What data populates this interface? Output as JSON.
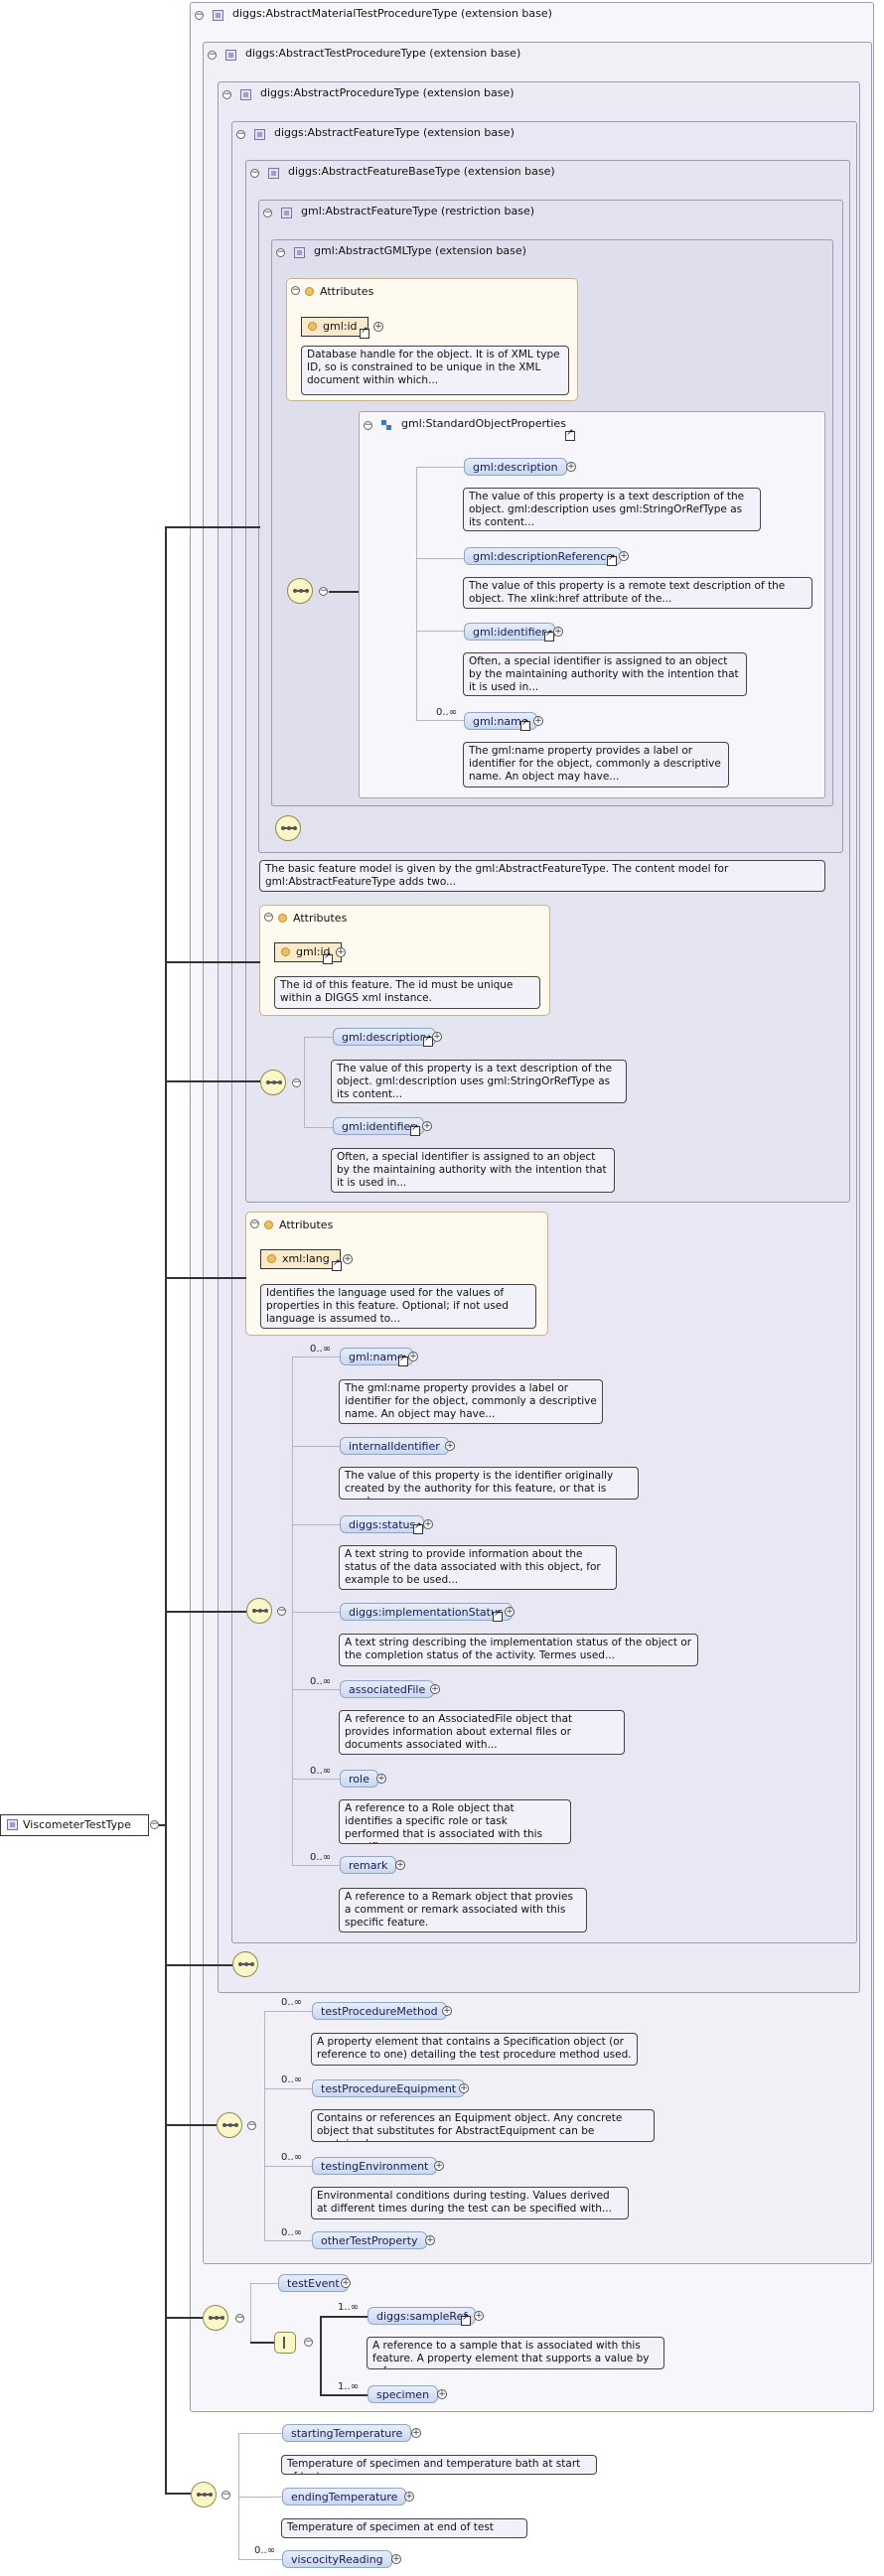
{
  "root": {
    "label": "ViscometerTestType"
  },
  "boxes": {
    "amtp": "diggs:AbstractMaterialTestProcedureType (extension base)",
    "atp": "diggs:AbstractTestProcedureType (extension base)",
    "ap": "diggs:AbstractProcedureType (extension base)",
    "af": "diggs:AbstractFeatureType (extension base)",
    "afb": "diggs:AbstractFeatureBaseType (extension base)",
    "gaf": "gml:AbstractFeatureType (restriction base)",
    "ggml": "gml:AbstractGMLType (extension base)"
  },
  "gml_attrs": {
    "header": "Attributes",
    "name": "gml:id",
    "desc": "Database handle for the object. It is of XML type ID, so is constrained to be unique in the XML document within which..."
  },
  "std_props": {
    "title": "gml:StandardObjectProperties",
    "items": [
      {
        "name": "gml:description",
        "desc": "The value of this property is a text description of the object. gml:description uses gml:StringOrRefType as its content...",
        "mult": ""
      },
      {
        "name": "gml:descriptionReference",
        "desc": "The value of this property is a remote text description of the object. The xlink:href attribute of the...",
        "mult": ""
      },
      {
        "name": "gml:identifier",
        "desc": "Often, a special identifier is assigned to an object by the maintaining authority with the intention that it is used in...",
        "mult": ""
      },
      {
        "name": "gml:name",
        "desc": "The gml:name property provides a label or identifier for the object, commonly a descriptive name. An object may have...",
        "mult": "0..∞"
      }
    ]
  },
  "gaf_desc": "The basic feature model is given by the gml:AbstractFeatureType. The content model for gml:AbstractFeatureType adds two...",
  "afb_attrs": {
    "header": "Attributes",
    "name": "gml:id",
    "desc": "The id of this feature. The id must be unique within a DIGGS xml instance."
  },
  "afb_items": [
    {
      "name": "gml:description",
      "desc": "The value of this property is a text description of the object. gml:description uses gml:StringOrRefType as its content..."
    },
    {
      "name": "gml:identifier",
      "desc": "Often, a special identifier is assigned to an object by the maintaining authority with the intention that it is used in..."
    }
  ],
  "af_attrs": {
    "header": "Attributes",
    "name": "xml:lang",
    "desc": "Identifies the language used for the values of properties in this feature. Optional; if not used language is assumed to..."
  },
  "af_items": [
    {
      "name": "gml:name",
      "mult": "0..∞",
      "desc": "The gml:name property provides a label or identifier for the object, commonly a descriptive name. An object may have..."
    },
    {
      "name": "internalIdentifier",
      "mult": "",
      "desc": "The value of this property is the identifier originally created by the authority for this feature, or that is used as..."
    },
    {
      "name": "diggs:status",
      "mult": "",
      "desc": "A text string to provide information about the status of the data associated with this object, for example to be used..."
    },
    {
      "name": "diggs:implementationStatus",
      "mult": "",
      "desc": "A text string describing the implementation status of the object or the completion status of the activity. Termes used..."
    },
    {
      "name": "associatedFile",
      "mult": "0..∞",
      "desc": "A reference to an AssociatedFile object that provides information about external files or documents associated with..."
    },
    {
      "name": "role",
      "mult": "0..∞",
      "desc": "A reference to a Role object that identifies a specific role or task performed that is associated with this specific..."
    },
    {
      "name": "remark",
      "mult": "0..∞",
      "desc": "A reference to a Remark object that provies a comment or remark associated with this specific feature."
    }
  ],
  "atp_items": [
    {
      "name": "testProcedureMethod",
      "mult": "0..∞",
      "desc": "A property element that contains a Specification object (or reference to one) detailing the test procedure method used."
    },
    {
      "name": "testProcedureEquipment",
      "mult": "0..∞",
      "desc": "Contains or references an Equipment object. Any concrete object that substitutes for AbstractEquipment can be contained..."
    },
    {
      "name": "testingEnvironment",
      "mult": "0..∞",
      "desc": "Environmental conditions during testing. Values derived at different times during the test can be specified with..."
    },
    {
      "name": "otherTestProperty",
      "mult": "0..∞",
      "desc": ""
    }
  ],
  "amtp": {
    "test_event": "testEvent",
    "sample_ref": {
      "name": "diggs:sampleRef",
      "mult": "1..∞",
      "desc": "A reference to a sample that is associated with this feature. A property element that supports a value by reference..."
    },
    "specimen": {
      "name": "specimen",
      "mult": "1..∞"
    }
  },
  "visc_items": [
    {
      "name": "startingTemperature",
      "mult": "",
      "desc": "Temperature of specimen and temperature bath at start of test"
    },
    {
      "name": "endingTemperature",
      "mult": "",
      "desc": "Temperature of specimen at end of test"
    },
    {
      "name": "viscocityReading",
      "mult": "0..∞",
      "desc": ""
    }
  ],
  "colors": {
    "box_bg": "#efeef6",
    "pill": "#d2def0",
    "attr_bg": "#fefaf0",
    "seq": "#fbf6c8"
  }
}
